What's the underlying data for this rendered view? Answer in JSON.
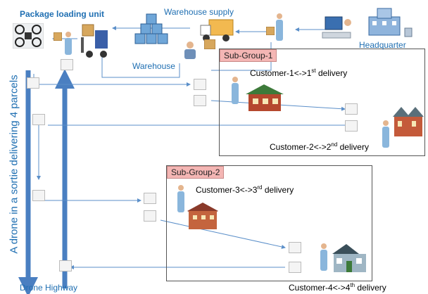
{
  "labels": {
    "package_loading_unit": "Package loading unit",
    "warehouse_supply": "Warehouse supply",
    "warehouse": "Warehouse",
    "headquarter": "Headquarter",
    "drone_highway": "Drone Highway",
    "vertical_text": "A drone in a sortie delivering 4 parcels"
  },
  "groups": [
    {
      "name": "Sub-Group-1"
    },
    {
      "name": "Sub-Group-2"
    }
  ],
  "deliveries": [
    {
      "customer": "Customer-1",
      "arrow": "<->",
      "ordinal_num": "1",
      "ordinal_sup": "st",
      "suffix": " delivery"
    },
    {
      "customer": "Customer-2",
      "arrow": "<->",
      "ordinal_num": "2",
      "ordinal_sup": "nd",
      "suffix": " delivery"
    },
    {
      "customer": "Customer-3",
      "arrow": "<->",
      "ordinal_num": "3",
      "ordinal_sup": "rd",
      "suffix": " delivery"
    },
    {
      "customer": "Customer-4",
      "arrow": "<->",
      "ordinal_num": "4",
      "ordinal_sup": "th",
      "suffix": " delivery"
    }
  ],
  "colors": {
    "accent": "#1f6fb2",
    "arrow": "#5b8fc9",
    "highway": "#4a7fc1",
    "group_tag": "#f4b6b4",
    "house_red": "#b5482e",
    "roof_green": "#3d7a3a"
  },
  "icons": [
    "drone-icon",
    "package-icon",
    "person-icon",
    "forklift-icon",
    "warehouse-icon",
    "truck-icon",
    "computer-icon",
    "house-icon",
    "headquarter-building-icon"
  ]
}
